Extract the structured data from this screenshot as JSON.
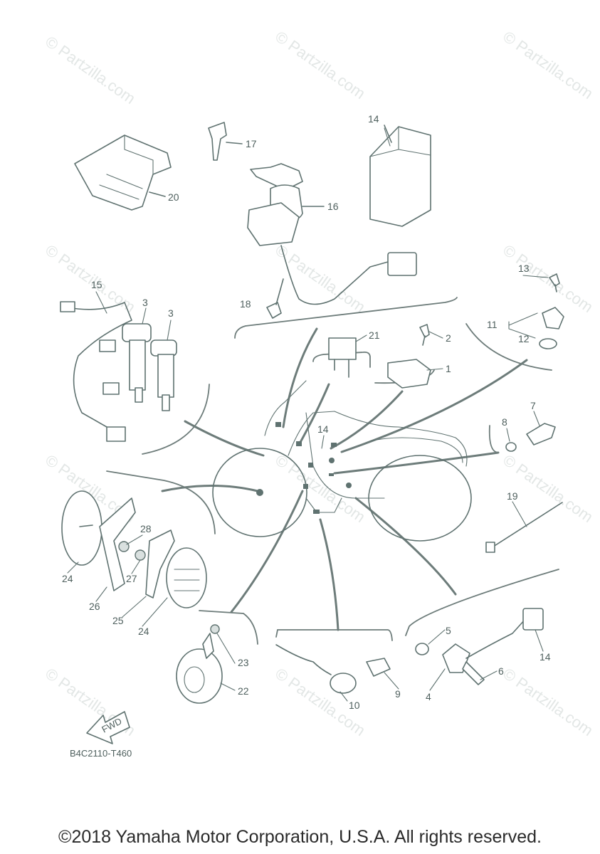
{
  "watermark": "© Partzilla.com",
  "diagram_code": "B4C2110-T460",
  "fwd_label": "FWD",
  "copyright": "©2018 Yamaha Motor Corporation, U.S.A. All rights reserved.",
  "callouts": {
    "c1": "1",
    "c2": "2",
    "c3a": "3",
    "c3b": "3",
    "c4": "4",
    "c5": "5",
    "c6": "6",
    "c7": "7",
    "c8": "8",
    "c9": "9",
    "c10": "10",
    "c11": "11",
    "c12": "12",
    "c13": "13",
    "c14a": "14",
    "c14b": "14",
    "c14c": "14",
    "c15": "15",
    "c16": "16",
    "c17": "17",
    "c18": "18",
    "c19": "19",
    "c20": "20",
    "c21": "21",
    "c22": "22",
    "c23": "23",
    "c24a": "24",
    "c24b": "24",
    "c25": "25",
    "c26": "26",
    "c27": "27",
    "c28": "28"
  },
  "colors": {
    "line": "#5f7270",
    "watermark": "#e3e7e6",
    "text": "#2a2a2a"
  }
}
